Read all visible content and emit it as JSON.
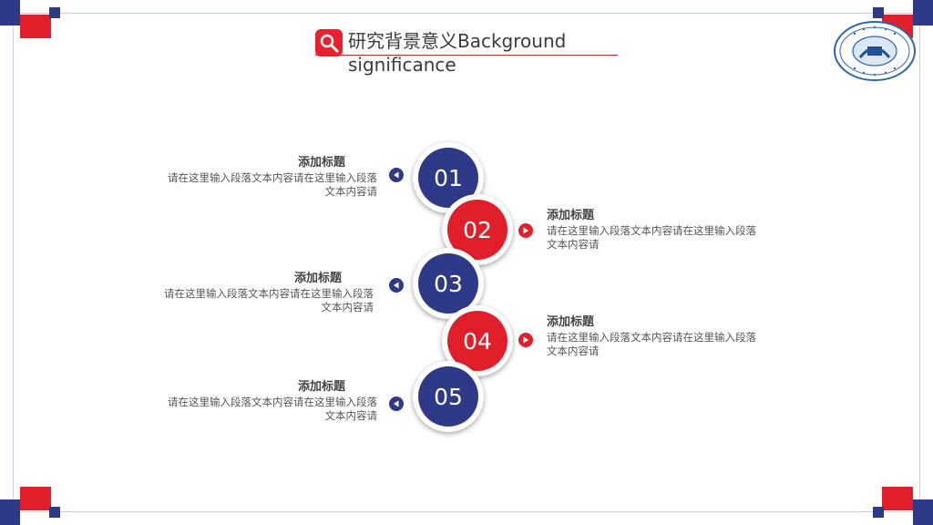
{
  "title": {
    "text": "研究背景意义Background significance",
    "icon": "search-icon"
  },
  "logo": {
    "name": "university-seal-logo"
  },
  "colors": {
    "red": "#e01f2a",
    "navy": "#2e3a87"
  },
  "steps": [
    {
      "number": "01",
      "color": "navy",
      "heading": "添加标题",
      "body": "请在这里输入段落文本内容请在这里输入段落文本内容请"
    },
    {
      "number": "02",
      "color": "red",
      "heading": "添加标题",
      "body": "请在这里输入段落文本内容请在这里输入段落文本内容请"
    },
    {
      "number": "03",
      "color": "navy",
      "heading": "添加标题",
      "body": "请在这里输入段落文本内容请在这里输入段落文本内容请"
    },
    {
      "number": "04",
      "color": "red",
      "heading": "添加标题",
      "body": "请在这里输入段落文本内容请在这里输入段落文本内容请"
    },
    {
      "number": "05",
      "color": "navy",
      "heading": "添加标题",
      "body": "请在这里输入段落文本内容请在这里输入段落文本内容请"
    }
  ]
}
